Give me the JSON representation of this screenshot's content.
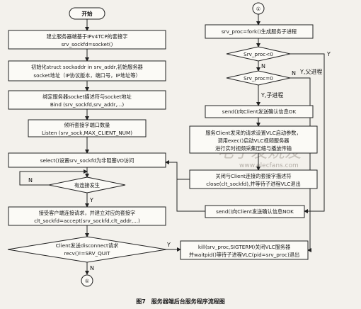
{
  "left": {
    "start": "开始",
    "s1": [
      "建立服务器端基于IPv4TCP的套接字",
      "srv_sockfd=socket()"
    ],
    "s2": [
      "初始化struct sockaddr in srv_addr,初始服务器",
      "socket地址（IP协议版本，端口号，IP地址等）"
    ],
    "s3": [
      "绑定服务器socket描述符与socket地址",
      "Bind (srv_sockfd,srv_addr,...)"
    ],
    "s4": [
      "倾听套接字端口数量",
      "Listen (srv_sock,MAX_CLIENT_NUM)"
    ],
    "s5": "select()设置srv_sockfd为非阻塞I/O访问",
    "d1": "有连接发生",
    "s6": [
      "接受客户端连接请求，并建立对应的套接字",
      "clt_sockfd=accept(srv_sockfd,clt_addr,...)"
    ],
    "d2": [
      "Client发送disconnect请求",
      "recv()!=SRV_QUIT"
    ],
    "end": "①"
  },
  "right": {
    "connector": "①",
    "r1": "srv_proc=fork()生成服务子进程",
    "d1": "Srv_proc<0",
    "d2": "Srv_proc=0",
    "r2": "send()向Client发送确认信息OK",
    "r3": [
      "服务Client发来的请求设置VLC启动参数，",
      "调用exec()启动VLC视频服务器",
      "进行实时视频采集压缩与播放传输"
    ],
    "r4": [
      "关闭与Client连接的套接字描述符",
      "close(clt_sockfd),并等待子进程VLC退出"
    ],
    "r5": "send()向Client发送确认信息NOK",
    "r6": [
      "kill(srv_proc,SIGTERM)关闭VLC服务器",
      "并waitpid()等待子进程VLC(pid=srv_proc)退出"
    ]
  },
  "labels": {
    "n": "N",
    "y": "Y",
    "y_child": "Y,子进程",
    "y_parent": "Y,父进程"
  },
  "caption": "图7　服务器端后台服务程序流程图",
  "watermark": {
    "cn": "电子发烧友",
    "url": "www.elecfans.com"
  }
}
